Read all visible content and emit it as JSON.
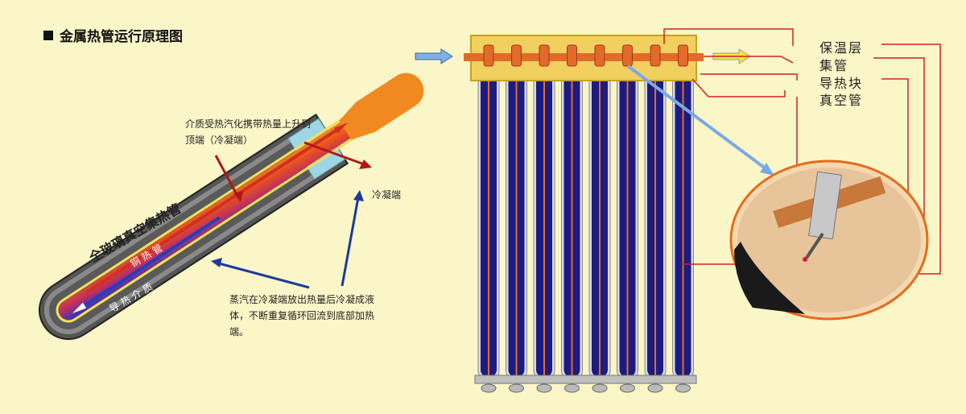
{
  "title": "金属热管运行原理图",
  "left_diagram": {
    "tube_label": "全玻璃真空集热管",
    "copper_label": "铜 热 管",
    "medium_label": "导 热 介 质",
    "condense_label": "冷凝端",
    "note_top_line1": "介质受热汽化携带热量上升到",
    "note_top_line2": "顶端（冷凝端）",
    "note_bottom_line1": "蒸汽在冷凝端放出热量后冷凝成液",
    "note_bottom_line2": "体，不断重复循环回流到底部加热",
    "note_bottom_line3": "端。"
  },
  "right_diagram": {
    "label_insulation": "保温层",
    "label_header": "集管",
    "label_fin": "导热块",
    "label_vacuum": "真空管",
    "tube_count": 8
  },
  "colors": {
    "background": "#fbf6c8",
    "glass_tube": "#4d4d4d",
    "vapor": "#f07818",
    "arrow_red": "#b01818",
    "arrow_blue": "#1a3aa0",
    "header_box": "#f2d060",
    "vacuum_tube": "#1c1c80",
    "leader_line": "#d42020"
  }
}
